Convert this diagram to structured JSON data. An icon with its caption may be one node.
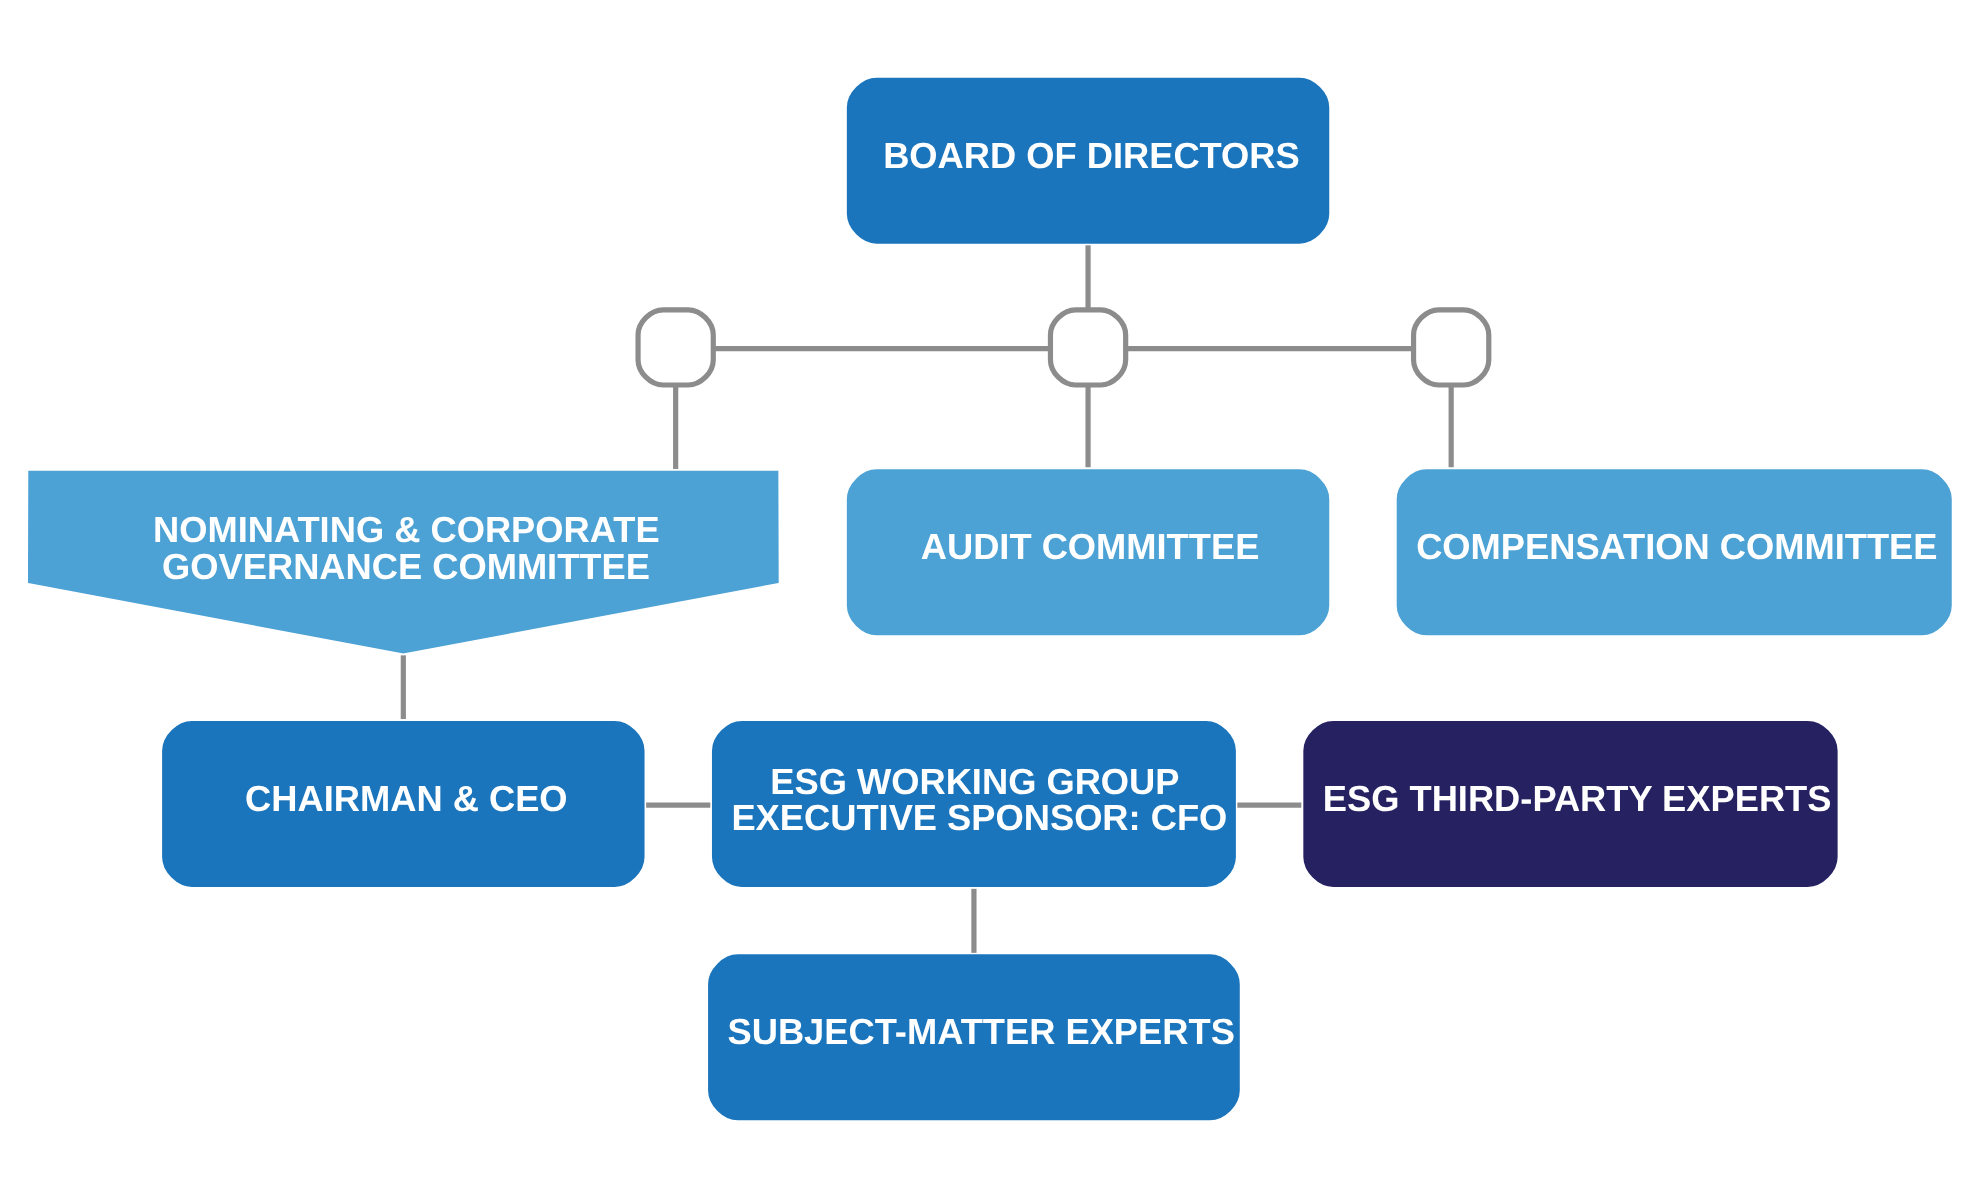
{
  "diagram": {
    "nodes": [
      {
        "text": [
          "BOARD OF DIRECTORS"
        ]
      },
      {
        "text": [],
        "shape": "box"
      },
      {
        "text": [],
        "shape": "box"
      },
      {
        "text": [],
        "shape": "box"
      },
      {
        "text": [
          "NOMINATING & CORPORATE GOVERNANCE COMMITTEE"
        ]
      },
      {
        "text": [
          "AUDIT COMMITTEE"
        ]
      },
      {
        "text": [
          "COMPENSATION COMMITTEE"
        ]
      },
      {
        "text": [
          "CHAIRMAN & CEO"
        ]
      },
      {
        "text": [
          "ESG WORKING GROUP EXECUTIVE SPONSOR: CFO"
        ]
      },
      {
        "text": [
          "ESG THIRD-PARTY EXPERTS"
        ]
      },
      {
        "text": [
          "SUBJECT-MATTER EXPERTS"
        ]
      }
    ],
    "edges": [
      {
        "from": 0,
        "to": 2,
        "arrow": "none"
      },
      {
        "from": 1,
        "to": 2,
        "arrow": "none"
      },
      {
        "from": 2,
        "to": 3,
        "arrow": "none"
      },
      {
        "from": 1,
        "to": 4,
        "arrow": "none"
      },
      {
        "from": 2,
        "to": 5,
        "arrow": "none"
      },
      {
        "from": 3,
        "to": 6,
        "arrow": "none"
      },
      {
        "from": 4,
        "to": 7,
        "arrow": "none"
      },
      {
        "from": 7,
        "to": 8,
        "arrow": "none"
      },
      {
        "from": 8,
        "to": 9,
        "arrow": "none"
      },
      {
        "from": 8,
        "to": 10,
        "arrow": "none"
      }
    ]
  }
}
